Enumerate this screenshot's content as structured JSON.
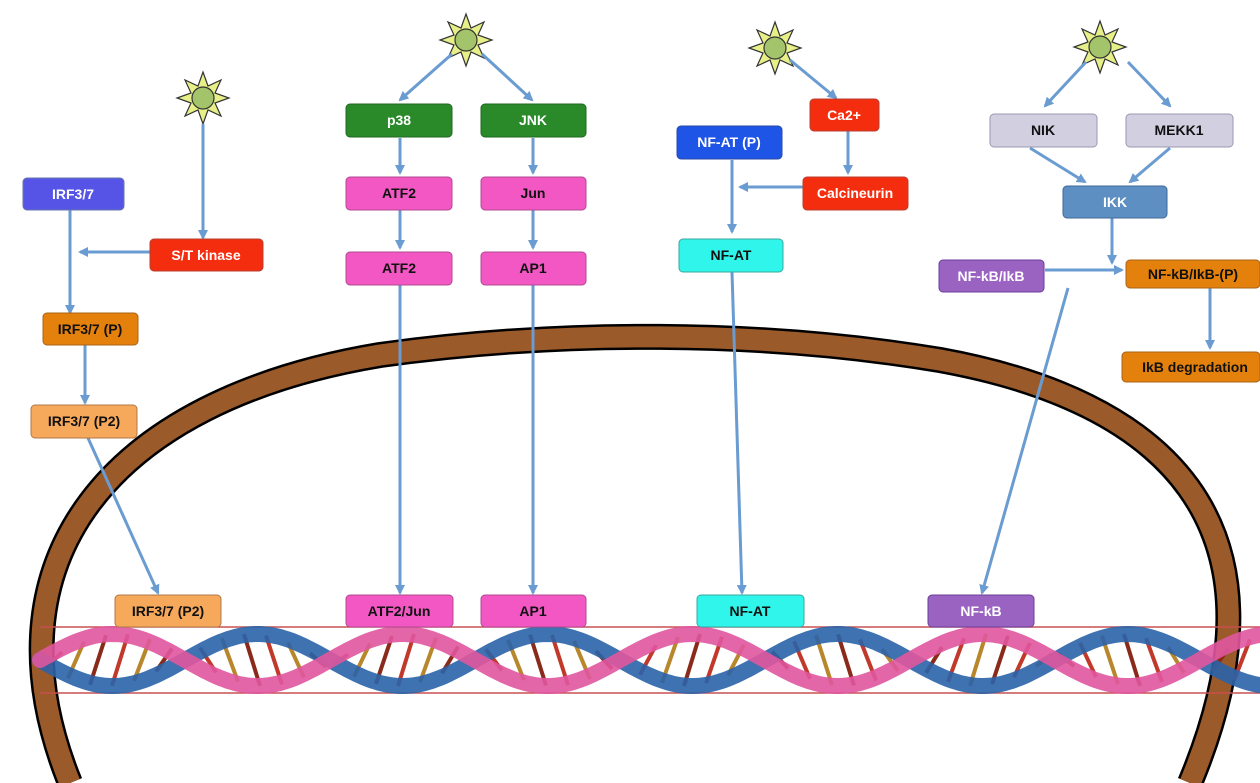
{
  "colors": {
    "arrow": "#6a9bd1",
    "membrane": "#9a5a2a",
    "membrane_edge": "#000000",
    "ligand_fill": "#a3c46a",
    "ligand_ray": "#e7f088",
    "red": "#f52d0f",
    "green": "#2a8a2a",
    "pink": "#f257c4",
    "blue": "#1f55e6",
    "indigo": "#5554e6",
    "cyan": "#2ff5ea",
    "orange": "#e4800c",
    "light_orange": "#f6a95a",
    "lavender": "#d2cfe0",
    "steel": "#5e8fc3",
    "purple": "#9a63c2",
    "dna_blue": "#2a63a8",
    "dna_pink": "#e0579f"
  },
  "nodes": {
    "irf37": "IRF3/7",
    "st_kinase": "S/T kinase",
    "irf37_p": "IRF3/7 (P)",
    "irf37_p2": "IRF3/7 (P2)",
    "irf37_p2_nuc": "IRF3/7 (P2)",
    "p38": "p38",
    "jnk": "JNK",
    "atf2_a": "ATF2",
    "jun": "Jun",
    "atf2_b": "ATF2",
    "ap1": "AP1",
    "atf2_jun_nuc": "ATF2/Jun",
    "ap1_nuc": "AP1",
    "ca2": "Ca2+",
    "nfat_p": "NF-AT (P)",
    "calcineurin": "Calcineurin",
    "nfat": "NF-AT",
    "nfat_nuc": "NF-AT",
    "nik": "NIK",
    "mekk1": "MEKK1",
    "ikk": "IKK",
    "nfkb_ikb": "NF-kB/IkB",
    "nfkb_ikb_p": "NF-kB/IkB-(P)",
    "ikb_degradation": "IkB degradation",
    "nfkb_nuc": "NF-kB"
  }
}
